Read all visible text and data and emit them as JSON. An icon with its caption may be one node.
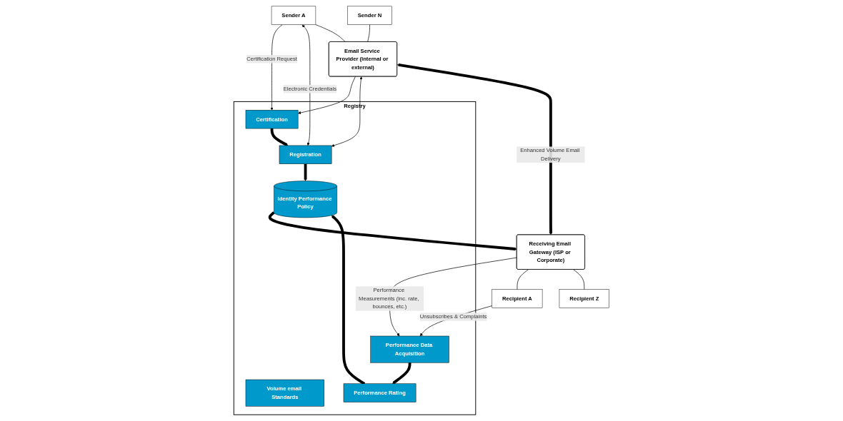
{
  "diagram": {
    "nodes": [
      {
        "text": [
          "Registry"
        ]
      },
      {
        "text": [
          "Certification"
        ],
        "in": 0
      },
      {
        "text": [
          "Volume email Standards"
        ],
        "in": 0
      },
      {
        "text": [
          "Performance Data Acquisition"
        ],
        "in": 0
      },
      {
        "text": [
          "Registration"
        ],
        "in": 0
      },
      {
        "text": [
          "Identity Performance Policy"
        ],
        "in": 0
      },
      {
        "text": [
          "Performance Rating"
        ],
        "in": 0
      },
      {
        "text": [
          "Sender A"
        ]
      },
      {
        "text": [
          "Email Service Provider (Internal or external)"
        ]
      },
      {
        "text": [
          "Receiving Email Gateway (ISP or Corporate)"
        ]
      },
      {
        "text": [
          "Recipient A"
        ]
      },
      {
        "text": [
          "Sender N"
        ]
      },
      {
        "text": [
          "Recipient Z"
        ]
      }
    ],
    "edges": [
      {
        "from": 7,
        "to": 1,
        "arrow": "to",
        "label": "Certification Request"
      },
      {
        "from": 7,
        "to": 4,
        "arrow": "both",
        "label": "Electronic Credentials"
      },
      {
        "from": 8,
        "to": 1,
        "arrow": "to"
      },
      {
        "from": 8,
        "to": 4,
        "arrow": "both"
      },
      {
        "from": 1,
        "to": 4,
        "arrow": "to",
        "style": "thick"
      },
      {
        "from": 10,
        "to": 3,
        "arrow": "to",
        "label": "Unsubscribes & Complaints"
      },
      {
        "from": 9,
        "to": 3,
        "arrow": "to",
        "label": "Performance Measurements (inc. rate, bounces, etc.)"
      },
      {
        "from": 3,
        "to": 6,
        "arrow": "to",
        "style": "thick"
      },
      {
        "from": 4,
        "to": 5,
        "arrow": "to",
        "style": "thick"
      },
      {
        "from": 6,
        "to": 5,
        "arrow": "to",
        "style": "thick"
      },
      {
        "from": 5,
        "to": 9,
        "arrow": "to",
        "style": "thick"
      },
      {
        "from": 7,
        "to": 8,
        "arrow": "none"
      },
      {
        "from": 11,
        "to": 8,
        "arrow": "none"
      },
      {
        "from": 8,
        "to": 9,
        "arrow": "both",
        "style": "thick",
        "label": "Enhanced Volume Email Delivery"
      },
      {
        "from": 9,
        "to": 10,
        "arrow": "none"
      },
      {
        "from": 9,
        "to": 12,
        "arrow": "none"
      }
    ]
  }
}
